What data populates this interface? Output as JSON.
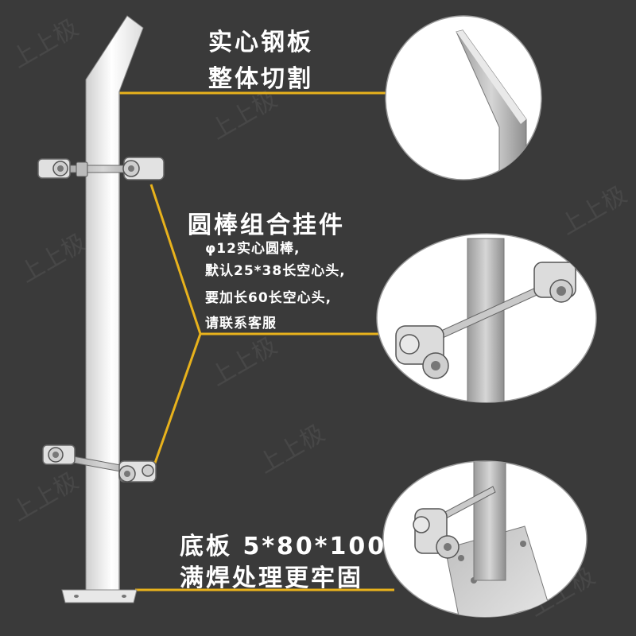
{
  "watermark": "上上极",
  "callouts": {
    "top": {
      "line1": "实心钢板",
      "line2": "整体切割"
    },
    "middle": {
      "title": "圆棒组合挂件",
      "lines": [
        "φ12实心圆棒,",
        "默认25*38长空心头,",
        "要加长60长空心头,",
        "请联系客服"
      ]
    },
    "bottom": {
      "line1": "底板 5*80*100",
      "line2": "满焊处理更牢固"
    }
  },
  "colors": {
    "background": "#3a3a3a",
    "leader_line": "#e8b21c",
    "text": "#ffffff"
  }
}
